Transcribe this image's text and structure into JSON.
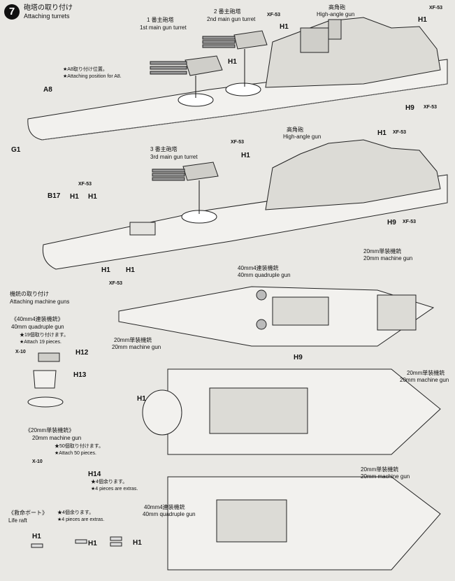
{
  "step": {
    "number": "7",
    "title_ja": "砲塔の取り付け",
    "title_en": "Attaching turrets"
  },
  "section_turrets": {
    "turret1_ja": "1 番主砲塔",
    "turret1_en": "1st main gun turret",
    "turret2_ja": "2 番主砲塔",
    "turret2_en": "2nd main gun turret",
    "turret3_ja": "3 番主砲塔",
    "turret3_en": "3rd main gun turret",
    "a8_note_ja": "★A8取り付け位置。",
    "a8_note_en": "★Attaching position for A8.",
    "high_angle_ja": "高角砲",
    "high_angle_en": "High-angle gun",
    "high_angle2_ja": "高角砲",
    "high_angle2_en": "High-angle gun"
  },
  "parts": {
    "A8": "A8",
    "G1": "G1",
    "H1": "H1",
    "H9": "H9",
    "B17": "B17",
    "H12": "H12",
    "H13": "H13",
    "H14": "H14",
    "XF53": "XF-53",
    "X10": "X-10"
  },
  "section_mg": {
    "title_ja": "機銃の取り付け",
    "title_en": "Attaching machine guns",
    "quad_title_ja": "《40mm4連装機銃》",
    "quad_title_en": "40mm quadruple gun",
    "quad_attach_ja": "★19個取り付けます。",
    "quad_attach_en": "★Attach 19 pieces.",
    "single_title_ja": "《20mm単装機銃》",
    "single_title_en": "20mm machine gun",
    "single_attach_ja": "★50個取り付けます。",
    "single_attach_en": "★Attach 50 pieces.",
    "extras_ja": "★4個余ります。",
    "extras_en": "★4 pieces are extras.",
    "raft_title_ja": "《救命ボート》",
    "raft_title_en": "Life raft",
    "raft_extras_ja": "★4個余ります。",
    "raft_extras_en": "★4 pieces are extras.",
    "callout_quad_ja": "40mm4連装機銃",
    "callout_quad_en": "40mm quadruple gun",
    "callout_20_ja": "20mm単装機銃",
    "callout_20_en": "20mm machine gun"
  }
}
